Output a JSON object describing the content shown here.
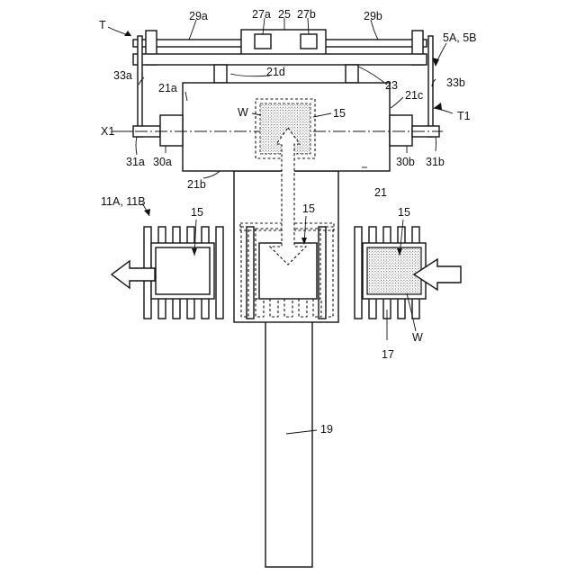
{
  "labels": {
    "T": "T",
    "T1": "T1",
    "X1": "X1",
    "W_top": "W",
    "W_right": "W",
    "n29a": "29a",
    "n29b": "29b",
    "n27a": "27a",
    "n25": "25",
    "n27b": "27b",
    "n5A5B": "5A, 5B",
    "n33a": "33a",
    "n33b": "33b",
    "n21d": "21d",
    "n21a": "21a",
    "n23": "23",
    "n21c": "21c",
    "n15_top": "15",
    "n31a": "31a",
    "n30a": "30a",
    "n30b": "30b",
    "n31b": "31b",
    "n21b": "21b",
    "n21": "21",
    "n11A11B": "11A, 11B",
    "n15_left": "15",
    "n15_mid": "15",
    "n15_right": "15",
    "n17": "17",
    "n19": "19"
  },
  "colors": {
    "line": "#111111",
    "workpiece_dots": "#555555"
  }
}
